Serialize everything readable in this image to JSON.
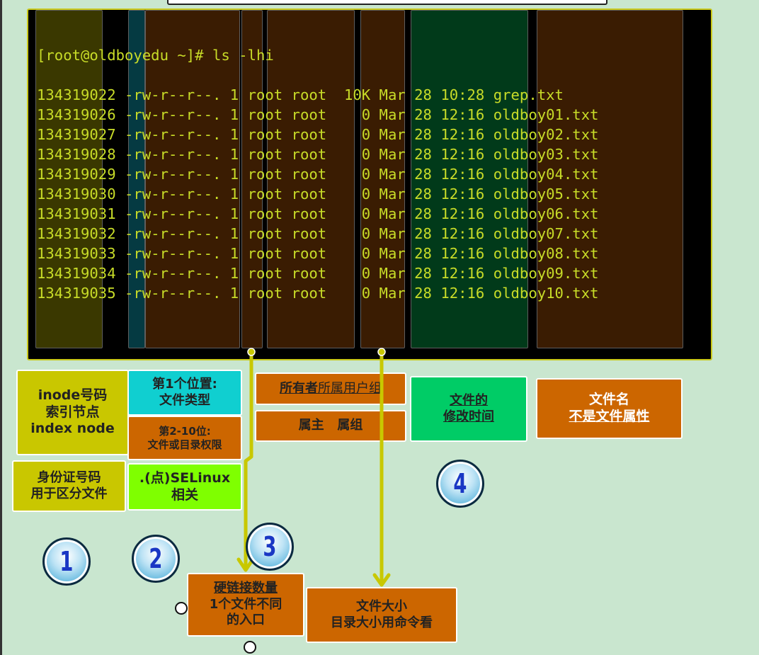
{
  "terminal": {
    "prompt": "[root@oldboyedu ~]# ls -lhi",
    "rows": [
      "134319022 -rw-r--r--. 1 root root  10K Mar 28 10:28 grep.txt",
      "134319026 -rw-r--r--. 1 root root    0 Mar 28 12:16 oldboy01.txt",
      "134319027 -rw-r--r--. 1 root root    0 Mar 28 12:16 oldboy02.txt",
      "134319028 -rw-r--r--. 1 root root    0 Mar 28 12:16 oldboy03.txt",
      "134319029 -rw-r--r--. 1 root root    0 Mar 28 12:16 oldboy04.txt",
      "134319030 -rw-r--r--. 1 root root    0 Mar 28 12:16 oldboy05.txt",
      "134319031 -rw-r--r--. 1 root root    0 Mar 28 12:16 oldboy06.txt",
      "134319032 -rw-r--r--. 1 root root    0 Mar 28 12:16 oldboy07.txt",
      "134319033 -rw-r--r--. 1 root root    0 Mar 28 12:16 oldboy08.txt",
      "134319034 -rw-r--r--. 1 root root    0 Mar 28 12:16 oldboy09.txt",
      "134319035 -rw-r--r--. 1 root root    0 Mar 28 12:16 oldboy10.txt"
    ]
  },
  "labels": {
    "inode": {
      "line1": "inode号码",
      "line2": "索引节点",
      "line3": "index node"
    },
    "idcard": {
      "line1": "身份证号码",
      "line2": "用于区分文件"
    },
    "first_pos": {
      "line1": "第1个位置:",
      "line2": "文件类型"
    },
    "perm": {
      "line1": "第2-10位:",
      "line2": "文件或目录权限"
    },
    "selinux": {
      "line1": ".(点)SELinux",
      "line2": "相关"
    },
    "owner": {
      "part1": "所有者",
      "part2": " 所属用户组"
    },
    "owner2": {
      "text": "属主   属组"
    },
    "mtime": {
      "line1": "文件的",
      "line2": "修改时间"
    },
    "filename": {
      "line1": "文件名",
      "line2": "不是文件属性"
    },
    "hardlink": {
      "line1": "硬链接数量",
      "line2": "1个文件不同",
      "line3": "的入口"
    },
    "size": {
      "line1": "文件大小",
      "line2": "目录大小用命令看"
    }
  },
  "badges": [
    "1",
    "2",
    "3",
    "4"
  ],
  "colors": {
    "terminal_text": "#c8dc28",
    "inode_col": "#3a3800",
    "type_col": "#053a42",
    "brown_col": "#3a1c02",
    "time_col": "#013a1a",
    "yellow_box": "#c9c700",
    "cyan_box": "#10cfd0",
    "orange_box": "#cc6600",
    "lime_box": "#7fff00",
    "green_box": "#00cc66",
    "arrow": "#c8c800"
  }
}
